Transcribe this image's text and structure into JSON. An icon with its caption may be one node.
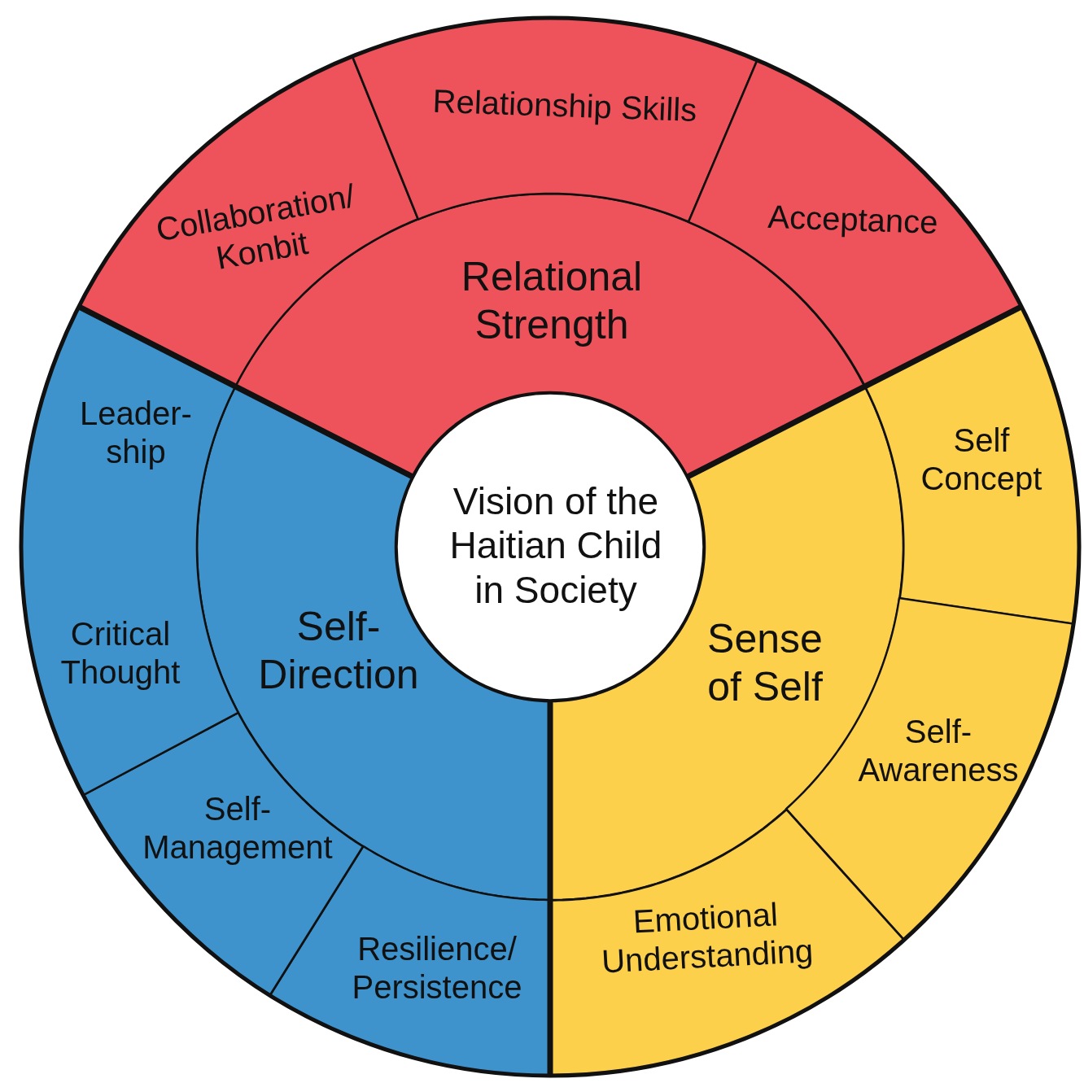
{
  "diagram": {
    "nodes": [
      {
        "text": [
          "Vision of the Haitian Child in Society"
        ]
      },
      {
        "text": [
          "Relational Strength"
        ]
      },
      {
        "text": [
          "Sense of Self"
        ]
      },
      {
        "text": [
          "Self-Direction"
        ]
      },
      {
        "text": [
          "Collaboration/ Konbit"
        ]
      },
      {
        "text": [
          "Relationship Skills"
        ]
      },
      {
        "text": [
          "Acceptance"
        ]
      },
      {
        "text": [
          "Self Concept"
        ]
      },
      {
        "text": [
          "Self-Awareness"
        ]
      },
      {
        "text": [
          "Emotional Understanding"
        ]
      },
      {
        "text": [
          "Resilience/ Persistence"
        ]
      },
      {
        "text": [
          "Self-Management"
        ]
      },
      {
        "text": [
          "Leader-ship",
          "Critical Thought"
        ]
      }
    ]
  }
}
